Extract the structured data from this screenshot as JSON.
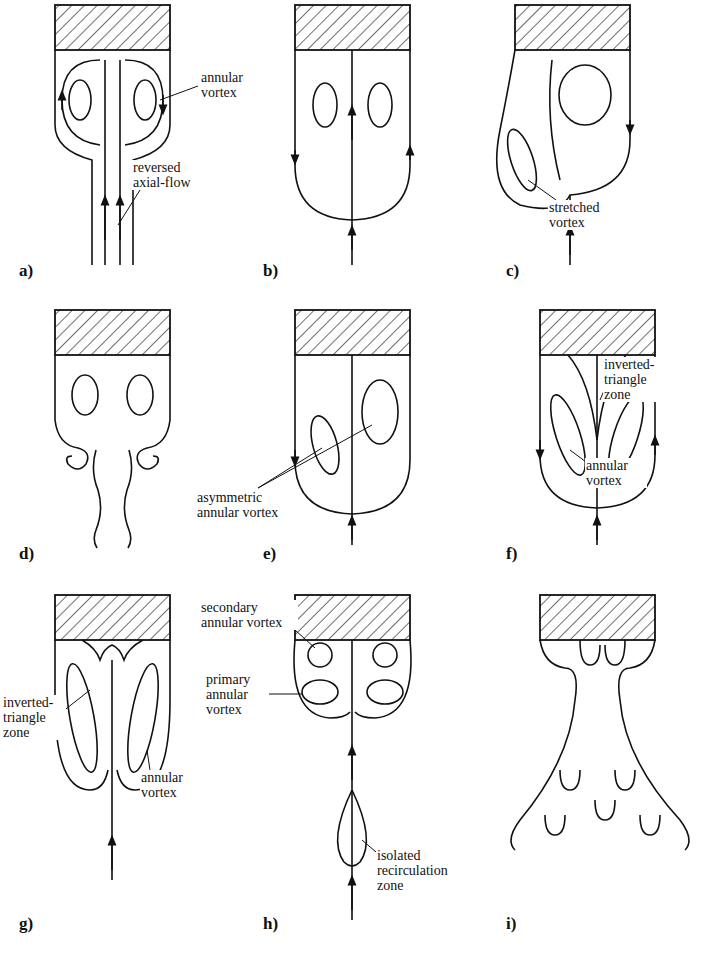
{
  "diagram": {
    "labels": [
      "annular vortex",
      "reversed axial-flow",
      "a)",
      "b)",
      "stretched vortex",
      "c)",
      "d)",
      "e)",
      "asymmetric annular vortex",
      "f)",
      "inverted-triangle zone",
      "annular vortex",
      "g)",
      "inverted-triangle zone",
      "annular vortex",
      "h)",
      "secondary annular vortex",
      "primary annular vortex",
      "isolated recirculation zone",
      "i)"
    ]
  }
}
